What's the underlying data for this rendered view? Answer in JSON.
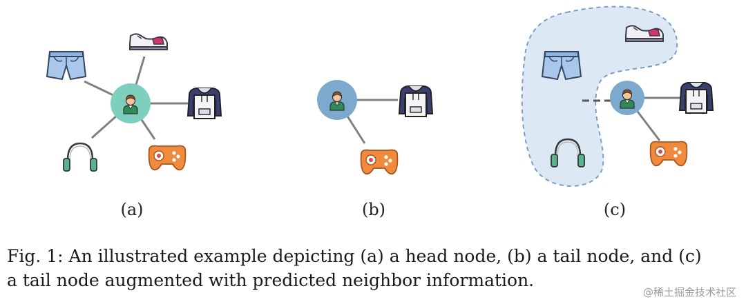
{
  "panels": [
    {
      "id": "a",
      "label": "(a)"
    },
    {
      "id": "b",
      "label": "(b)"
    },
    {
      "id": "c",
      "label": "(c)"
    }
  ],
  "caption": {
    "line1": "Fig. 1: An illustrated example depicting (a) a head node, (b) a tail node, and (c)",
    "line2": "a tail node augmented with predicted neighbor information."
  },
  "watermark": "@稀土掘金技术社区",
  "icons": {
    "user": "user-avatar-icon",
    "shorts": "shorts-icon",
    "sneaker": "sneaker-icon",
    "hoodie": "hoodie-icon",
    "headphones": "headphones-icon",
    "gamepad": "gamepad-icon"
  },
  "colors": {
    "head_node": "#7fcfbf",
    "tail_node": "#7ea9cf",
    "edge": "#808080",
    "region_fill": "#dce9f5",
    "region_stroke": "#7b9cc4",
    "gamepad": "#f08a3c",
    "shorts": "#a9c7ea",
    "hoodie": "#3a3f72",
    "sneaker": "#d6336c",
    "headphones": "#58b38f"
  }
}
